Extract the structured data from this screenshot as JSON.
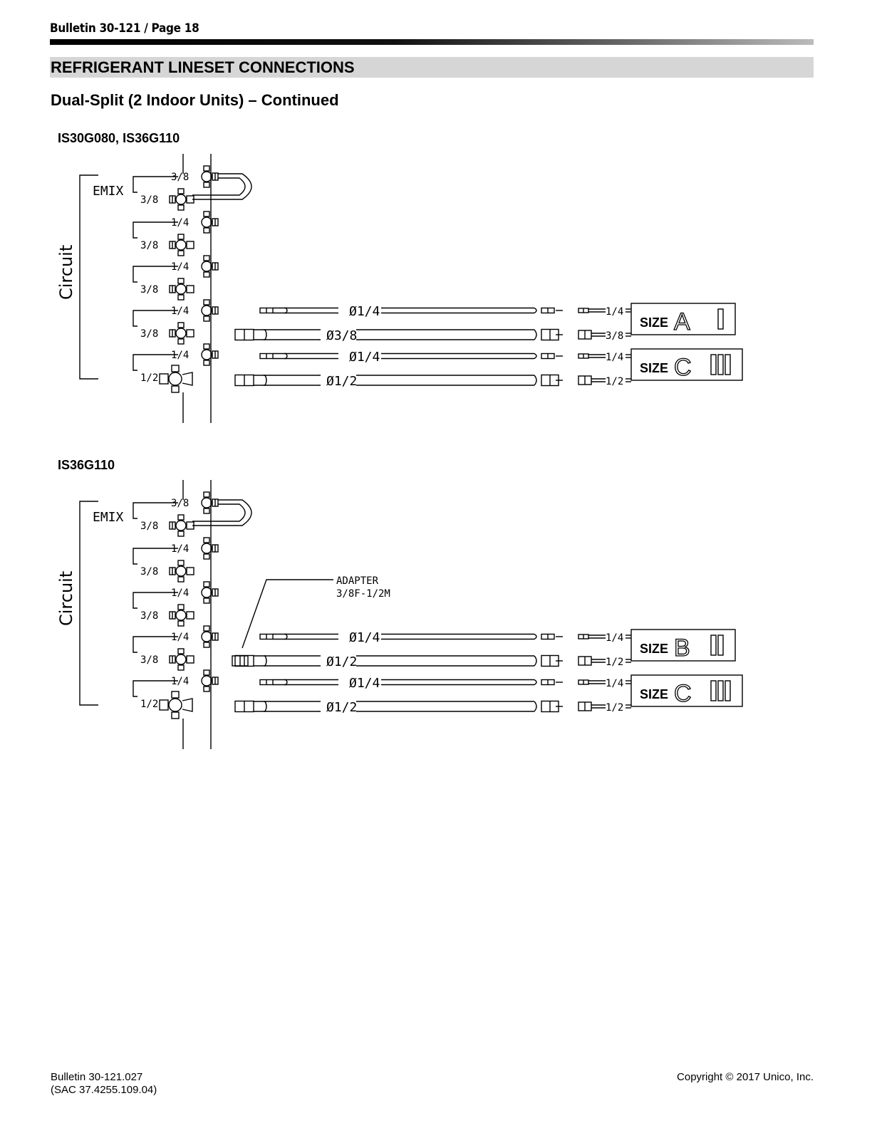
{
  "header": {
    "bulletin_page": "Bulletin 30-121 / Page 18"
  },
  "section": {
    "title": "REFRIGERANT LINESET CONNECTIONS",
    "subtitle": "Dual-Split (2 Indoor Units) – Continued"
  },
  "diagram1": {
    "model": "IS30G080, IS36G110",
    "circuit_label": "Circuit",
    "emix_label": "EMIX",
    "port_labels": {
      "emix_top": "3/8",
      "emix_bottom": "3/8",
      "c1_top": "1/4",
      "c1_bottom": "3/8",
      "c2_top": "1/4",
      "c2_bottom": "3/8",
      "c3_top": "1/4",
      "c3_bottom": "3/8",
      "c4_top": "1/4",
      "c4_bottom": "1/2"
    },
    "lines": [
      {
        "diameter": "Ø1/4",
        "end": "1/4"
      },
      {
        "diameter": "Ø3/8",
        "end": "3/8"
      },
      {
        "diameter": "Ø1/4",
        "end": "1/4"
      },
      {
        "diameter": "Ø1/2",
        "end": "1/2"
      }
    ],
    "sizes": [
      {
        "word": "SIZE",
        "letter": "A"
      },
      {
        "word": "SIZE",
        "letter": "C"
      }
    ]
  },
  "diagram2": {
    "model": "IS36G110",
    "circuit_label": "Circuit",
    "emix_label": "EMIX",
    "adapter_line1": "ADAPTER",
    "adapter_line2": "3/8F-1/2M",
    "port_labels": {
      "emix_top": "3/8",
      "emix_bottom": "3/8",
      "c1_top": "1/4",
      "c1_bottom": "3/8",
      "c2_top": "1/4",
      "c2_bottom": "3/8",
      "c3_top": "1/4",
      "c3_bottom": "3/8",
      "c4_top": "1/4",
      "c4_bottom": "1/2"
    },
    "lines": [
      {
        "diameter": "Ø1/4",
        "end": "1/4"
      },
      {
        "diameter": "Ø1/2",
        "end": "1/2"
      },
      {
        "diameter": "Ø1/4",
        "end": "1/4"
      },
      {
        "diameter": "Ø1/2",
        "end": "1/2"
      }
    ],
    "sizes": [
      {
        "word": "SIZE",
        "letter": "B"
      },
      {
        "word": "SIZE",
        "letter": "C"
      }
    ]
  },
  "footer": {
    "bulletin": "Bulletin 30-121.027",
    "sac": "(SAC 37.4255.109.04)",
    "copyright": "Copyright © 2017 Unico, Inc."
  }
}
